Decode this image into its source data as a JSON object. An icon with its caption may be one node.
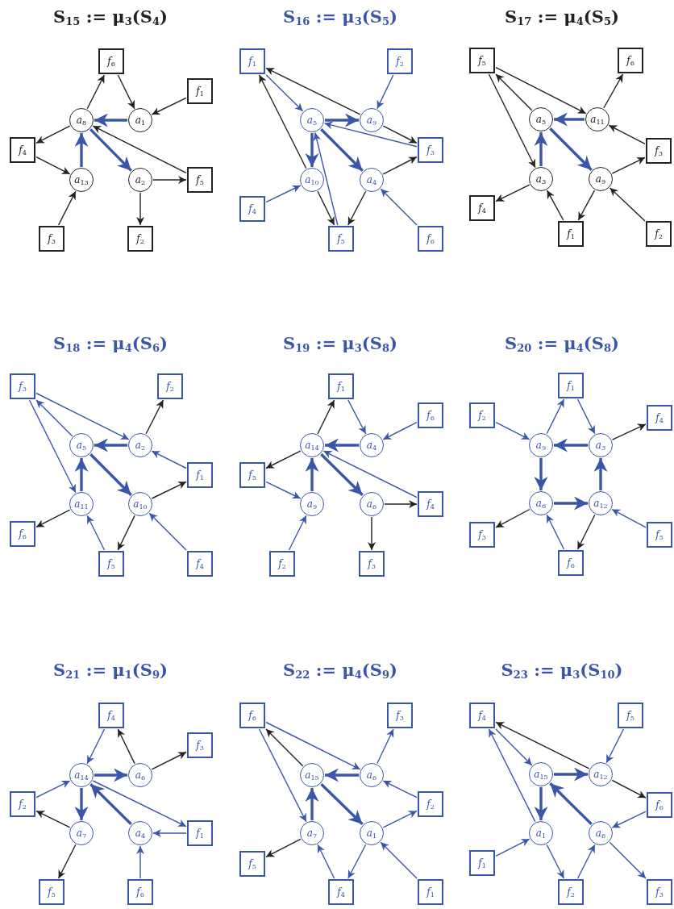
{
  "diagram": {
    "nodes": [
      {
        "text": [
          "f$_{6}$"
        ]
      },
      {
        "text": [
          "a$_{1}$"
        ]
      },
      {
        "text": [
          "f$_{1}$"
        ]
      },
      {
        "text": [
          "a$_{8}$"
        ]
      },
      {
        "text": [
          "f$_{4}$"
        ]
      },
      {
        "text": [
          "a$_{13}$"
        ]
      },
      {
        "text": [
          "a$_{2}$"
        ]
      },
      {
        "text": [
          "f$_{5}$"
        ]
      },
      {
        "text": [
          "f$_{3}$"
        ]
      },
      {
        "text": [
          "f$_{2}$"
        ]
      },
      {
        "text": [
          "f$_{1}$"
        ]
      },
      {
        "text": [
          "f$_{2}$"
        ]
      },
      {
        "text": [
          "a$_{5}$"
        ]
      },
      {
        "text": [
          "a$_{9}$"
        ]
      },
      {
        "text": [
          "f$_{3}$"
        ]
      },
      {
        "text": [
          "a$_{10}$"
        ]
      },
      {
        "text": [
          "a$_{4}$"
        ]
      },
      {
        "text": [
          "f$_{4}$"
        ]
      },
      {
        "text": [
          "f$_{5}$"
        ]
      },
      {
        "text": [
          "f$_{6}$"
        ]
      },
      {
        "text": [
          "f$_{5}$"
        ]
      },
      {
        "text": [
          "f$_{6}$"
        ]
      },
      {
        "text": [
          "a$_{5}$"
        ]
      },
      {
        "text": [
          "a$_{11}$"
        ]
      },
      {
        "text": [
          "f$_{3}$"
        ]
      },
      {
        "text": [
          "a$_{3}$"
        ]
      },
      {
        "text": [
          "a$_{9}$"
        ]
      },
      {
        "text": [
          "f$_{4}$"
        ]
      },
      {
        "text": [
          "f$_{1}$"
        ]
      },
      {
        "text": [
          "f$_{2}$"
        ]
      },
      {
        "text": [
          "f$_{3}$"
        ]
      },
      {
        "text": [
          "f$_{2}$"
        ]
      },
      {
        "text": [
          "a$_{5}$"
        ]
      },
      {
        "text": [
          "a$_{2}$"
        ]
      },
      {
        "text": [
          "f$_{1}$"
        ]
      },
      {
        "text": [
          "a$_{11}$"
        ]
      },
      {
        "text": [
          "a$_{10}$"
        ]
      },
      {
        "text": [
          "f$_{6}$"
        ]
      },
      {
        "text": [
          "f$_{5}$"
        ]
      },
      {
        "text": [
          "f$_{4}$"
        ]
      },
      {
        "text": [
          "f$_{1}$"
        ]
      },
      {
        "text": [
          "f$_{6}$"
        ]
      },
      {
        "text": [
          "a$_{14}$"
        ]
      },
      {
        "text": [
          "a$_{4}$"
        ]
      },
      {
        "text": [
          "f$_{5}$"
        ]
      },
      {
        "text": [
          "a$_{9}$"
        ]
      },
      {
        "text": [
          "a$_{6}$"
        ]
      },
      {
        "text": [
          "f$_{4}$"
        ]
      },
      {
        "text": [
          "f$_{2}$"
        ]
      },
      {
        "text": [
          "f$_{3}$"
        ]
      },
      {
        "text": [
          "f$_{1}$"
        ]
      },
      {
        "text": [
          "f$_{2}$"
        ]
      },
      {
        "text": [
          "f$_{4}$"
        ]
      },
      {
        "text": [
          "a$_{9}$"
        ]
      },
      {
        "text": [
          "a$_{3}$"
        ]
      },
      {
        "text": [
          "a$_{6}$"
        ]
      },
      {
        "text": [
          "a$_{12}$"
        ]
      },
      {
        "text": [
          "f$_{3}$"
        ]
      },
      {
        "text": [
          "f$_{5}$"
        ]
      },
      {
        "text": [
          "f$_{6}$"
        ]
      },
      {
        "text": [
          "f$_{4}$"
        ]
      },
      {
        "text": [
          "f$_{3}$"
        ]
      },
      {
        "text": [
          "a$_{14}$"
        ]
      },
      {
        "text": [
          "a$_{6}$"
        ]
      },
      {
        "text": [
          "f$_{2}$"
        ]
      },
      {
        "text": [
          "a$_{7}$"
        ]
      },
      {
        "text": [
          "a$_{4}$"
        ]
      },
      {
        "text": [
          "f$_{1}$"
        ]
      },
      {
        "text": [
          "f$_{5}$"
        ]
      },
      {
        "text": [
          "f$_{6}$"
        ]
      },
      {
        "text": [
          "f$_{6}$"
        ]
      },
      {
        "text": [
          "f$_{3}$"
        ]
      },
      {
        "text": [
          "a$_{15}$"
        ]
      },
      {
        "text": [
          "a$_{6}$"
        ]
      },
      {
        "text": [
          "f$_{2}$"
        ]
      },
      {
        "text": [
          "a$_{7}$"
        ]
      },
      {
        "text": [
          "a$_{1}$"
        ]
      },
      {
        "text": [
          "f$_{5}$"
        ]
      },
      {
        "text": [
          "f$_{4}$"
        ]
      },
      {
        "text": [
          "f$_{1}$"
        ]
      },
      {
        "text": [
          "f$_{4}$"
        ]
      },
      {
        "text": [
          "f$_{5}$"
        ]
      },
      {
        "text": [
          "a$_{15}$"
        ]
      },
      {
        "text": [
          "a$_{12}$"
        ]
      },
      {
        "text": [
          "f$_{6}$"
        ]
      },
      {
        "text": [
          "a$_{1}$"
        ]
      },
      {
        "text": [
          "a$_{6}$"
        ]
      },
      {
        "text": [
          "f$_{1}$"
        ]
      },
      {
        "text": [
          "f$_{2}$"
        ]
      },
      {
        "text": [
          "f$_{3}$"
        ]
      }
    ],
    "edges": [
      {
        "from": 3,
        "to": 0,
        "arrow": "to",
        "color": "#222222"
      },
      {
        "from": 0,
        "to": 1,
        "arrow": "to",
        "color": "#222222"
      },
      {
        "from": 2,
        "to": 1,
        "arrow": "to",
        "color": "#222222"
      },
      {
        "from": 1,
        "to": 3,
        "arrow": "to",
        "style": "thick"
      },
      {
        "from": 3,
        "to": 4,
        "arrow": "to",
        "color": "#222222"
      },
      {
        "from": 4,
        "to": 5,
        "arrow": "to",
        "color": "#222222"
      },
      {
        "from": 5,
        "to": 3,
        "arrow": "to",
        "style": "thick"
      },
      {
        "from": 3,
        "to": 6,
        "arrow": "to",
        "style": "thick"
      },
      {
        "from": 7,
        "to": 3,
        "arrow": "to",
        "color": "#222222"
      },
      {
        "from": 6,
        "to": 7,
        "arrow": "to",
        "color": "#222222"
      },
      {
        "from": 6,
        "to": 9,
        "arrow": "to",
        "color": "#222222"
      },
      {
        "from": 8,
        "to": 5,
        "arrow": "to",
        "color": "#222222"
      },
      {
        "from": 10,
        "to": 12,
        "arrow": "to"
      },
      {
        "from": 13,
        "to": 10,
        "arrow": "to",
        "color": "#222222"
      },
      {
        "from": 15,
        "to": 10,
        "arrow": "to",
        "color": "#222222"
      },
      {
        "from": 11,
        "to": 13,
        "arrow": "to"
      },
      {
        "from": 12,
        "to": 13,
        "arrow": "to",
        "style": "thick"
      },
      {
        "from": 13,
        "to": 14,
        "arrow": "to",
        "color": "#222222"
      },
      {
        "from": 14,
        "to": 12,
        "arrow": "to"
      },
      {
        "from": 12,
        "to": 15,
        "arrow": "to",
        "style": "thick"
      },
      {
        "from": 18,
        "to": 12,
        "arrow": "to"
      },
      {
        "from": 12,
        "to": 16,
        "arrow": "to",
        "style": "thick"
      },
      {
        "from": 16,
        "to": 14,
        "arrow": "to",
        "color": "#222222"
      },
      {
        "from": 17,
        "to": 15,
        "arrow": "to"
      },
      {
        "from": 15,
        "to": 18,
        "arrow": "to",
        "color": "#222222"
      },
      {
        "from": 16,
        "to": 18,
        "arrow": "to",
        "color": "#222222"
      },
      {
        "from": 19,
        "to": 16,
        "arrow": "to"
      },
      {
        "from": 22,
        "to": 20,
        "arrow": "to",
        "color": "#222222"
      },
      {
        "from": 20,
        "to": 23,
        "arrow": "to",
        "color": "#222222"
      },
      {
        "from": 20,
        "to": 25,
        "arrow": "to",
        "color": "#222222"
      },
      {
        "from": 23,
        "to": 21,
        "arrow": "to",
        "color": "#222222"
      },
      {
        "from": 23,
        "to": 22,
        "arrow": "to",
        "style": "thick"
      },
      {
        "from": 24,
        "to": 23,
        "arrow": "to",
        "color": "#222222"
      },
      {
        "from": 25,
        "to": 22,
        "arrow": "to",
        "style": "thick"
      },
      {
        "from": 22,
        "to": 26,
        "arrow": "to",
        "style": "thick"
      },
      {
        "from": 26,
        "to": 24,
        "arrow": "to",
        "color": "#222222"
      },
      {
        "from": 25,
        "to": 27,
        "arrow": "to",
        "color": "#222222"
      },
      {
        "from": 28,
        "to": 25,
        "arrow": "to",
        "color": "#222222"
      },
      {
        "from": 26,
        "to": 28,
        "arrow": "to",
        "color": "#222222"
      },
      {
        "from": 29,
        "to": 26,
        "arrow": "to",
        "color": "#222222"
      },
      {
        "from": 32,
        "to": 30,
        "arrow": "to"
      },
      {
        "from": 30,
        "to": 33,
        "arrow": "to"
      },
      {
        "from": 30,
        "to": 35,
        "arrow": "to"
      },
      {
        "from": 33,
        "to": 31,
        "arrow": "to",
        "color": "#222222"
      },
      {
        "from": 33,
        "to": 32,
        "arrow": "to",
        "style": "thick"
      },
      {
        "from": 34,
        "to": 33,
        "arrow": "to"
      },
      {
        "from": 32,
        "to": 36,
        "arrow": "to",
        "style": "thick"
      },
      {
        "from": 35,
        "to": 32,
        "arrow": "to",
        "style": "thick"
      },
      {
        "from": 36,
        "to": 34,
        "arrow": "to",
        "color": "#222222"
      },
      {
        "from": 35,
        "to": 37,
        "arrow": "to",
        "color": "#222222"
      },
      {
        "from": 38,
        "to": 35,
        "arrow": "to"
      },
      {
        "from": 36,
        "to": 38,
        "arrow": "to",
        "color": "#222222"
      },
      {
        "from": 39,
        "to": 36,
        "arrow": "to"
      },
      {
        "from": 42,
        "to": 40,
        "arrow": "to",
        "color": "#222222"
      },
      {
        "from": 40,
        "to": 43,
        "arrow": "to"
      },
      {
        "from": 41,
        "to": 43,
        "arrow": "to"
      },
      {
        "from": 43,
        "to": 42,
        "arrow": "to",
        "style": "thick"
      },
      {
        "from": 42,
        "to": 44,
        "arrow": "to",
        "color": "#222222"
      },
      {
        "from": 44,
        "to": 45,
        "arrow": "to"
      },
      {
        "from": 45,
        "to": 42,
        "arrow": "to",
        "style": "thick"
      },
      {
        "from": 42,
        "to": 46,
        "arrow": "to",
        "style": "thick"
      },
      {
        "from": 47,
        "to": 42,
        "arrow": "to"
      },
      {
        "from": 46,
        "to": 47,
        "arrow": "to",
        "color": "#222222"
      },
      {
        "from": 46,
        "to": 49,
        "arrow": "to",
        "color": "#222222"
      },
      {
        "from": 48,
        "to": 45,
        "arrow": "to"
      },
      {
        "from": 53,
        "to": 50,
        "arrow": "to"
      },
      {
        "from": 50,
        "to": 54,
        "arrow": "to"
      },
      {
        "from": 51,
        "to": 53,
        "arrow": "to"
      },
      {
        "from": 54,
        "to": 52,
        "arrow": "to",
        "color": "#222222"
      },
      {
        "from": 54,
        "to": 53,
        "arrow": "to",
        "style": "thick"
      },
      {
        "from": 53,
        "to": 55,
        "arrow": "to",
        "style": "thick"
      },
      {
        "from": 55,
        "to": 56,
        "arrow": "to",
        "style": "thick"
      },
      {
        "from": 56,
        "to": 54,
        "arrow": "to",
        "style": "thick"
      },
      {
        "from": 55,
        "to": 57,
        "arrow": "to",
        "color": "#222222"
      },
      {
        "from": 59,
        "to": 55,
        "arrow": "to"
      },
      {
        "from": 56,
        "to": 59,
        "arrow": "to",
        "color": "#222222"
      },
      {
        "from": 58,
        "to": 56,
        "arrow": "to"
      },
      {
        "from": 60,
        "to": 62,
        "arrow": "to"
      },
      {
        "from": 63,
        "to": 60,
        "arrow": "to",
        "color": "#222222"
      },
      {
        "from": 63,
        "to": 61,
        "arrow": "to",
        "color": "#222222"
      },
      {
        "from": 62,
        "to": 63,
        "arrow": "to",
        "style": "thick"
      },
      {
        "from": 64,
        "to": 62,
        "arrow": "to"
      },
      {
        "from": 62,
        "to": 65,
        "arrow": "to",
        "style": "thick"
      },
      {
        "from": 65,
        "to": 64,
        "arrow": "to",
        "color": "#222222"
      },
      {
        "from": 66,
        "to": 62,
        "arrow": "to",
        "style": "thick"
      },
      {
        "from": 62,
        "to": 67,
        "arrow": "to"
      },
      {
        "from": 67,
        "to": 66,
        "arrow": "to"
      },
      {
        "from": 65,
        "to": 68,
        "arrow": "to",
        "color": "#222222"
      },
      {
        "from": 69,
        "to": 66,
        "arrow": "to"
      },
      {
        "from": 72,
        "to": 70,
        "arrow": "to",
        "color": "#222222"
      },
      {
        "from": 70,
        "to": 73,
        "arrow": "to"
      },
      {
        "from": 70,
        "to": 75,
        "arrow": "to"
      },
      {
        "from": 73,
        "to": 71,
        "arrow": "to"
      },
      {
        "from": 73,
        "to": 72,
        "arrow": "to",
        "style": "thick"
      },
      {
        "from": 74,
        "to": 73,
        "arrow": "to"
      },
      {
        "from": 72,
        "to": 76,
        "arrow": "to",
        "style": "thick"
      },
      {
        "from": 75,
        "to": 72,
        "arrow": "to",
        "style": "thick"
      },
      {
        "from": 76,
        "to": 74,
        "arrow": "to"
      },
      {
        "from": 75,
        "to": 77,
        "arrow": "to",
        "color": "#222222"
      },
      {
        "from": 78,
        "to": 75,
        "arrow": "to"
      },
      {
        "from": 76,
        "to": 78,
        "arrow": "to"
      },
      {
        "from": 79,
        "to": 76,
        "arrow": "to"
      },
      {
        "from": 83,
        "to": 80,
        "arrow": "to",
        "color": "#222222"
      },
      {
        "from": 80,
        "to": 82,
        "arrow": "to"
      },
      {
        "from": 85,
        "to": 80,
        "arrow": "to"
      },
      {
        "from": 81,
        "to": 83,
        "arrow": "to"
      },
      {
        "from": 82,
        "to": 83,
        "arrow": "to",
        "style": "thick"
      },
      {
        "from": 83,
        "to": 84,
        "arrow": "to",
        "color": "#222222"
      },
      {
        "from": 82,
        "to": 85,
        "arrow": "to",
        "style": "thick"
      },
      {
        "from": 86,
        "to": 82,
        "arrow": "to",
        "style": "thick"
      },
      {
        "from": 84,
        "to": 86,
        "arrow": "to"
      },
      {
        "from": 87,
        "to": 85,
        "arrow": "to"
      },
      {
        "from": 85,
        "to": 88,
        "arrow": "to"
      },
      {
        "from": 88,
        "to": 86,
        "arrow": "to"
      },
      {
        "from": 86,
        "to": 89,
        "arrow": "to"
      }
    ],
    "labels": [
      "S$_{15}$ := μ$_{3}$(S$_{4}$)",
      "S$_{16}$ := μ$_{3}$(S$_{5}$)",
      "S$_{17}$ := μ$_{4}$(S$_{5}$)",
      "S$_{18}$ := μ$_{4}$(S$_{6}$)",
      "S$_{19}$ := μ$_{3}$(S$_{8}$)",
      "S$_{20}$ := μ$_{4}$(S$_{8}$)",
      "S$_{21}$ := μ$_{1}$(S$_{9}$)",
      "S$_{22}$ := μ$_{4}$(S$_{9}$)",
      "S$_{23}$ := μ$_{3}$(S$_{10}$)"
    ]
  }
}
